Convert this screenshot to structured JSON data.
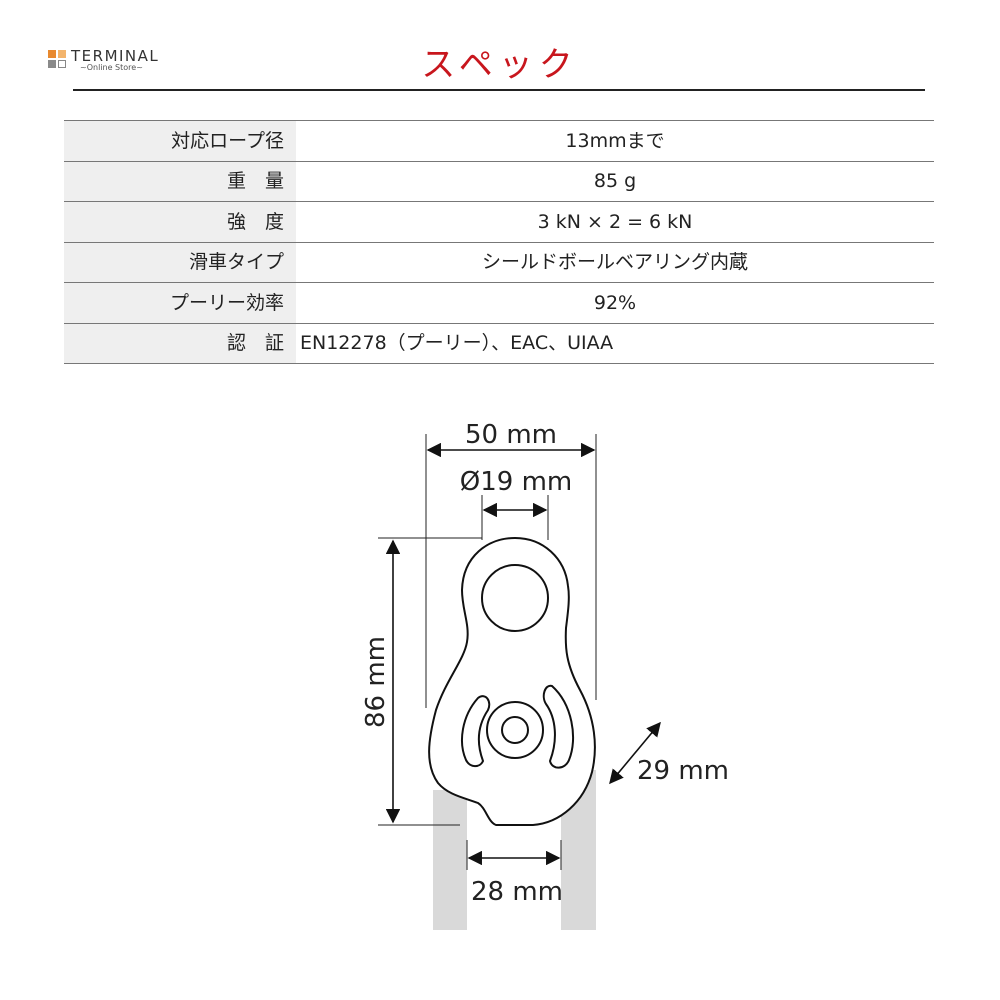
{
  "logo": {
    "title": "TERMINAL",
    "subtitle": "~Online Store~"
  },
  "page_title": "スペック",
  "specs": [
    {
      "label": "対応ロープ径",
      "value": "13mmまで"
    },
    {
      "label": "重　量",
      "value": "85 g"
    },
    {
      "label": "強　度",
      "value": "3 kN × 2 = 6 kN"
    },
    {
      "label": "滑車タイプ",
      "value": "シールドボールベアリング内蔵"
    },
    {
      "label": "プーリー効率",
      "value": "92%"
    },
    {
      "label": "認　証",
      "value": "EN12278（プーリー）、EAC、UIAA"
    }
  ],
  "dimensions": {
    "width": "50 mm",
    "hole_diameter": "Ø19 mm",
    "height": "86 mm",
    "thickness": "29 mm",
    "rope_spacing": "28 mm"
  },
  "colors": {
    "title": "#c8161d",
    "label_bg": "#efefef",
    "rope": "#d9d9d9"
  }
}
